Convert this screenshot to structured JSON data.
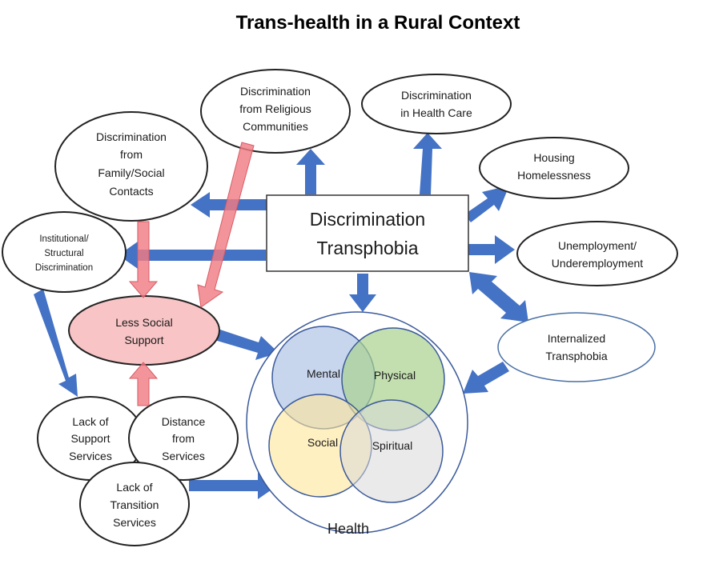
{
  "title": "Trans-health in a Rural Context",
  "center": {
    "line1": "Discrimination",
    "line2": "Transphobia"
  },
  "nodes": {
    "religious": [
      "Discrimination",
      "from Religious",
      "Communities"
    ],
    "health_care": [
      "Discrimination",
      "in Health Care"
    ],
    "family": [
      "Discrimination",
      "from",
      "Family/Social",
      "Contacts"
    ],
    "housing": [
      "Housing",
      "Homelessness"
    ],
    "institutional": [
      "Institutional/",
      "Structural",
      "Discrimination"
    ],
    "unemployment": [
      "Unemployment/",
      "Underemployment"
    ],
    "less_support": [
      "Less Social",
      "Support"
    ],
    "internalized": [
      "Internalized",
      "Transphobia"
    ],
    "lack_support": [
      "Lack of",
      "Support",
      "Services"
    ],
    "distance": [
      "Distance",
      "from",
      "Services"
    ],
    "lack_transition": [
      "Lack of",
      "Transition",
      "Services"
    ]
  },
  "health": {
    "label": "Health",
    "mental": "Mental",
    "physical": "Physical",
    "social": "Social",
    "spiritual": "Spiritual"
  },
  "colors": {
    "arrow_blue": "#4472C4",
    "arrow_pink": "#F07C84",
    "less_support_fill": "#F8C4C6",
    "mental": "#B4C7E7",
    "physical": "#A9D18E",
    "social": "#FFE699",
    "spiritual": "#D9D9D9",
    "health_outline": "#3B5A9A"
  }
}
